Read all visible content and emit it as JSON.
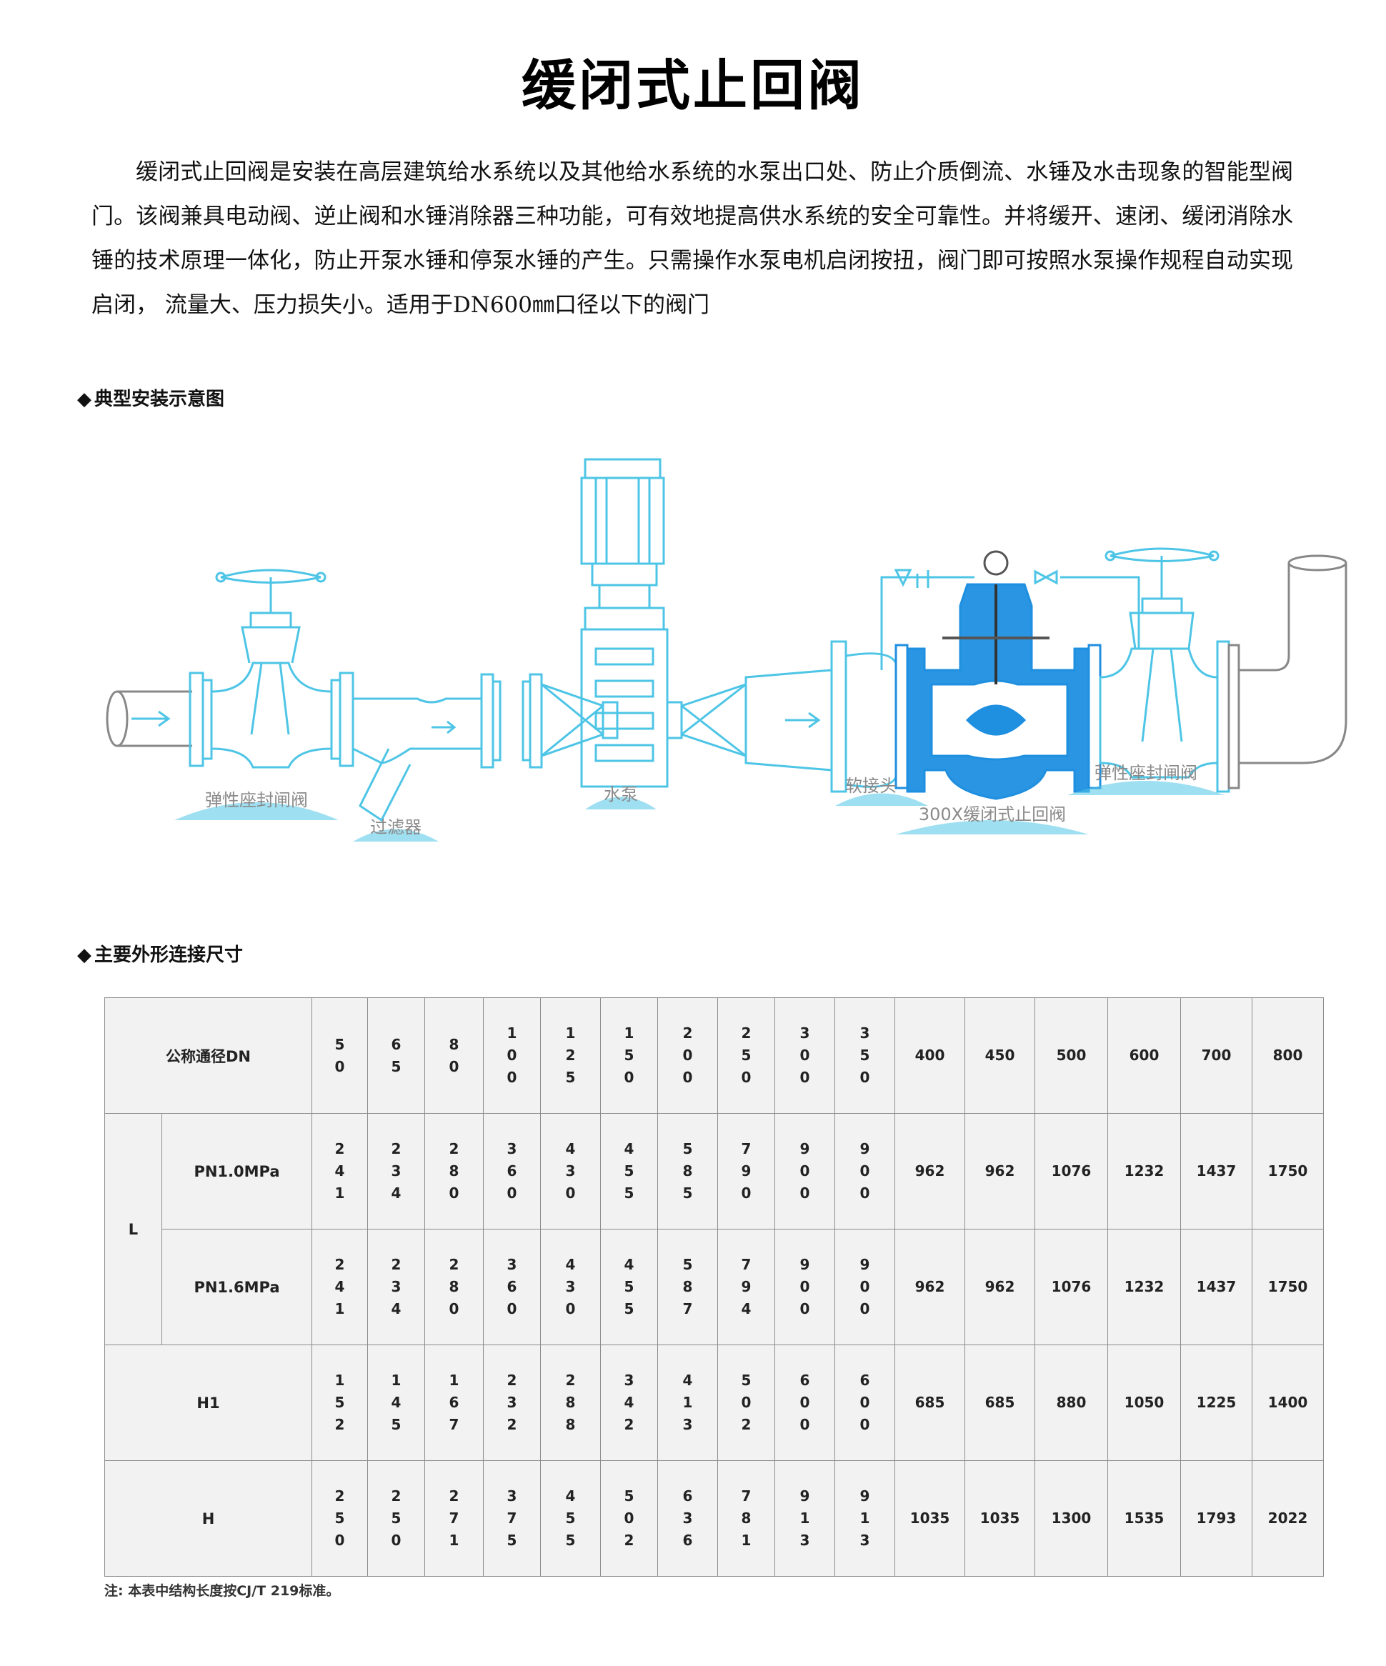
{
  "page": {
    "title": "缓闭式止回阀",
    "intro": "缓闭式止回阀是安装在高层建筑给水系统以及其他给水系统的水泵出口处、防止介质倒流、水锤及水击现象的智能型阀门。该阀兼具电动阀、逆止阀和水锤消除器三种功能，可有效地提高供水系统的安全可靠性。并将缓开、速闭、缓闭消除水锤的技术原理一体化，防止开泵水锤和停泵水锤的产生。只需操作水泵电机启闭按扭，阀门即可按照水泵操作规程自动实现启闭，  流量大、压力损失小。适用于DN600㎜口径以下的阀门"
  },
  "section_diagram": {
    "marker": "◆",
    "label": "典型安装示意图"
  },
  "diagram": {
    "line_color": "#4ec5e6",
    "valve_color": "#1f8fe0",
    "labels": {
      "gate_valve_left": "弹性座封闸阀",
      "filter": "过滤器",
      "pump": "水泵",
      "soft_joint": "软接头",
      "check_valve": "300X缓闭式止回阀",
      "gate_valve_right": "弹性座封闸阀"
    }
  },
  "section_table": {
    "marker": "◆",
    "label": "主要外形连接尺寸"
  },
  "table": {
    "header_label": "公称通径DN",
    "dn": [
      "50",
      "65",
      "80",
      "100",
      "125",
      "150",
      "200",
      "250",
      "300",
      "350",
      "400",
      "450",
      "500",
      "600",
      "700",
      "800"
    ],
    "l_label": "L",
    "rows": [
      {
        "group": "L",
        "label": "PN1.0MPa",
        "values": [
          "241",
          "234",
          "280",
          "360",
          "430",
          "455",
          "585",
          "790",
          "900",
          "900",
          "962",
          "962",
          "1076",
          "1232",
          "1437",
          "1750"
        ]
      },
      {
        "group": "L",
        "label": "PN1.6MPa",
        "values": [
          "241",
          "234",
          "280",
          "360",
          "430",
          "455",
          "587",
          "794",
          "900",
          "900",
          "962",
          "962",
          "1076",
          "1232",
          "1437",
          "1750"
        ]
      },
      {
        "group": "",
        "label": "H1",
        "values": [
          "152",
          "145",
          "167",
          "232",
          "288",
          "342",
          "413",
          "502",
          "600",
          "600",
          "685",
          "685",
          "880",
          "1050",
          "1225",
          "1400"
        ]
      },
      {
        "group": "",
        "label": "H",
        "values": [
          "250",
          "250",
          "271",
          "375",
          "455",
          "502",
          "636",
          "781",
          "913",
          "913",
          "1035",
          "1035",
          "1300",
          "1535",
          "1793",
          "2022"
        ]
      }
    ],
    "note": "注: 本表中结构长度按CJ/T 219标准。"
  }
}
